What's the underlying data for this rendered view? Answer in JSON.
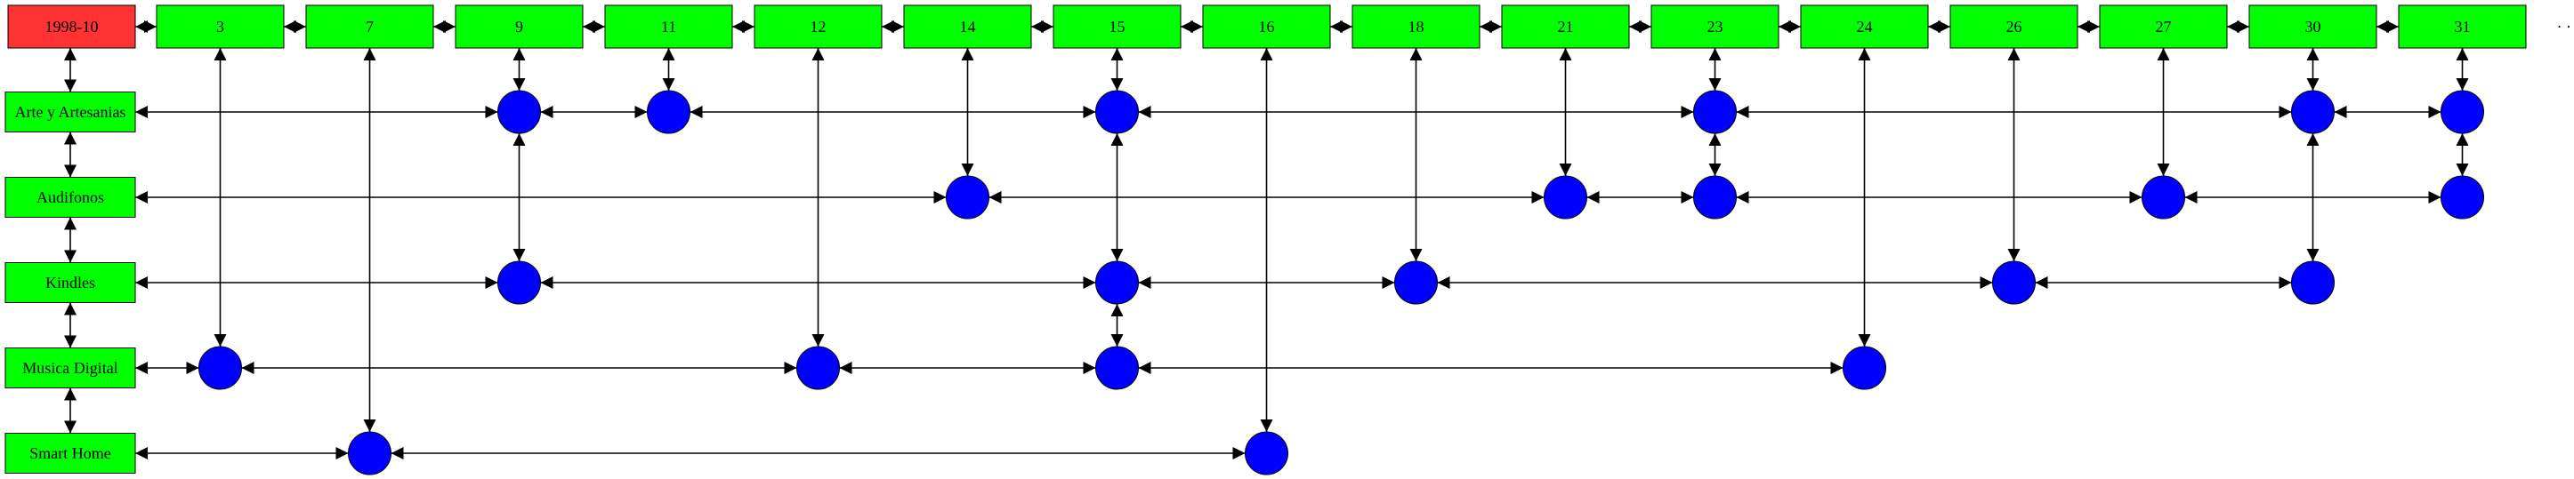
{
  "diagram": {
    "root_label": "1998-10",
    "trailing_ellipsis": "· · ·",
    "colors": {
      "root_fill": "#ff3333",
      "box_fill": "#00ff00",
      "node_fill": "#0000ff",
      "line": "#000000",
      "background": "#ffffff"
    },
    "columns": [
      "3",
      "7",
      "9",
      "11",
      "12",
      "14",
      "15",
      "16",
      "18",
      "21",
      "23",
      "24",
      "26",
      "27",
      "30",
      "31"
    ],
    "rows": [
      "Arte y Artesanias",
      "Audifonos",
      "Kindles",
      "Musica Digital",
      "Smart Home"
    ],
    "nodes": [
      {
        "row": "Arte y Artesanias",
        "column": "9"
      },
      {
        "row": "Arte y Artesanias",
        "column": "11"
      },
      {
        "row": "Arte y Artesanias",
        "column": "15"
      },
      {
        "row": "Arte y Artesanias",
        "column": "23"
      },
      {
        "row": "Arte y Artesanias",
        "column": "30"
      },
      {
        "row": "Arte y Artesanias",
        "column": "31"
      },
      {
        "row": "Audifonos",
        "column": "14"
      },
      {
        "row": "Audifonos",
        "column": "21"
      },
      {
        "row": "Audifonos",
        "column": "23"
      },
      {
        "row": "Audifonos",
        "column": "27"
      },
      {
        "row": "Audifonos",
        "column": "31"
      },
      {
        "row": "Kindles",
        "column": "9"
      },
      {
        "row": "Kindles",
        "column": "15"
      },
      {
        "row": "Kindles",
        "column": "18"
      },
      {
        "row": "Kindles",
        "column": "26"
      },
      {
        "row": "Kindles",
        "column": "30"
      },
      {
        "row": "Musica Digital",
        "column": "3"
      },
      {
        "row": "Musica Digital",
        "column": "12"
      },
      {
        "row": "Musica Digital",
        "column": "15"
      },
      {
        "row": "Musica Digital",
        "column": "24"
      },
      {
        "row": "Smart Home",
        "column": "7"
      },
      {
        "row": "Smart Home",
        "column": "16"
      }
    ]
  }
}
